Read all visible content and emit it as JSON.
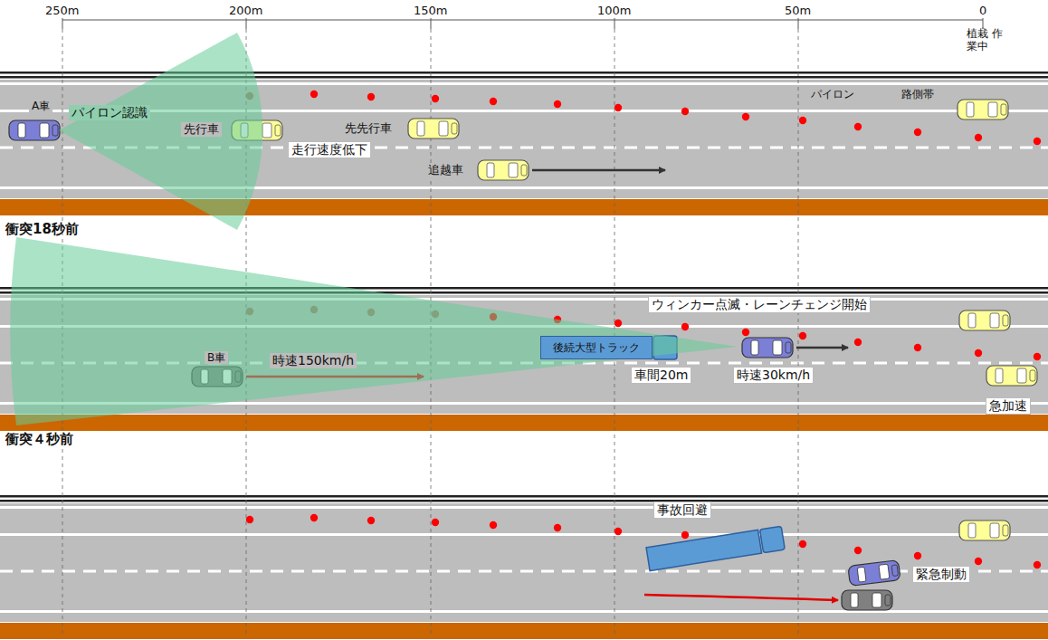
{
  "diagram": {
    "nodes": [
      {
        "text": [
          "後続大型トラック"
        ]
      }
    ],
    "labels": [
      "250m",
      "200m",
      "150m",
      "100m",
      "50m",
      "0",
      "植栽 作業中",
      "A車",
      "パイロン認識",
      "先行車",
      "先先行車",
      "走行速度低下",
      "追越車",
      "パイロン",
      "路側帯",
      "衝突18秒前",
      "ウィンカー点滅・レーンチェンジ開始",
      "B車",
      "時速150km/h",
      "車間20m",
      "時速30km/h",
      "急加速",
      "衝突４秒前",
      "事故回避",
      "緊急制動"
    ]
  }
}
